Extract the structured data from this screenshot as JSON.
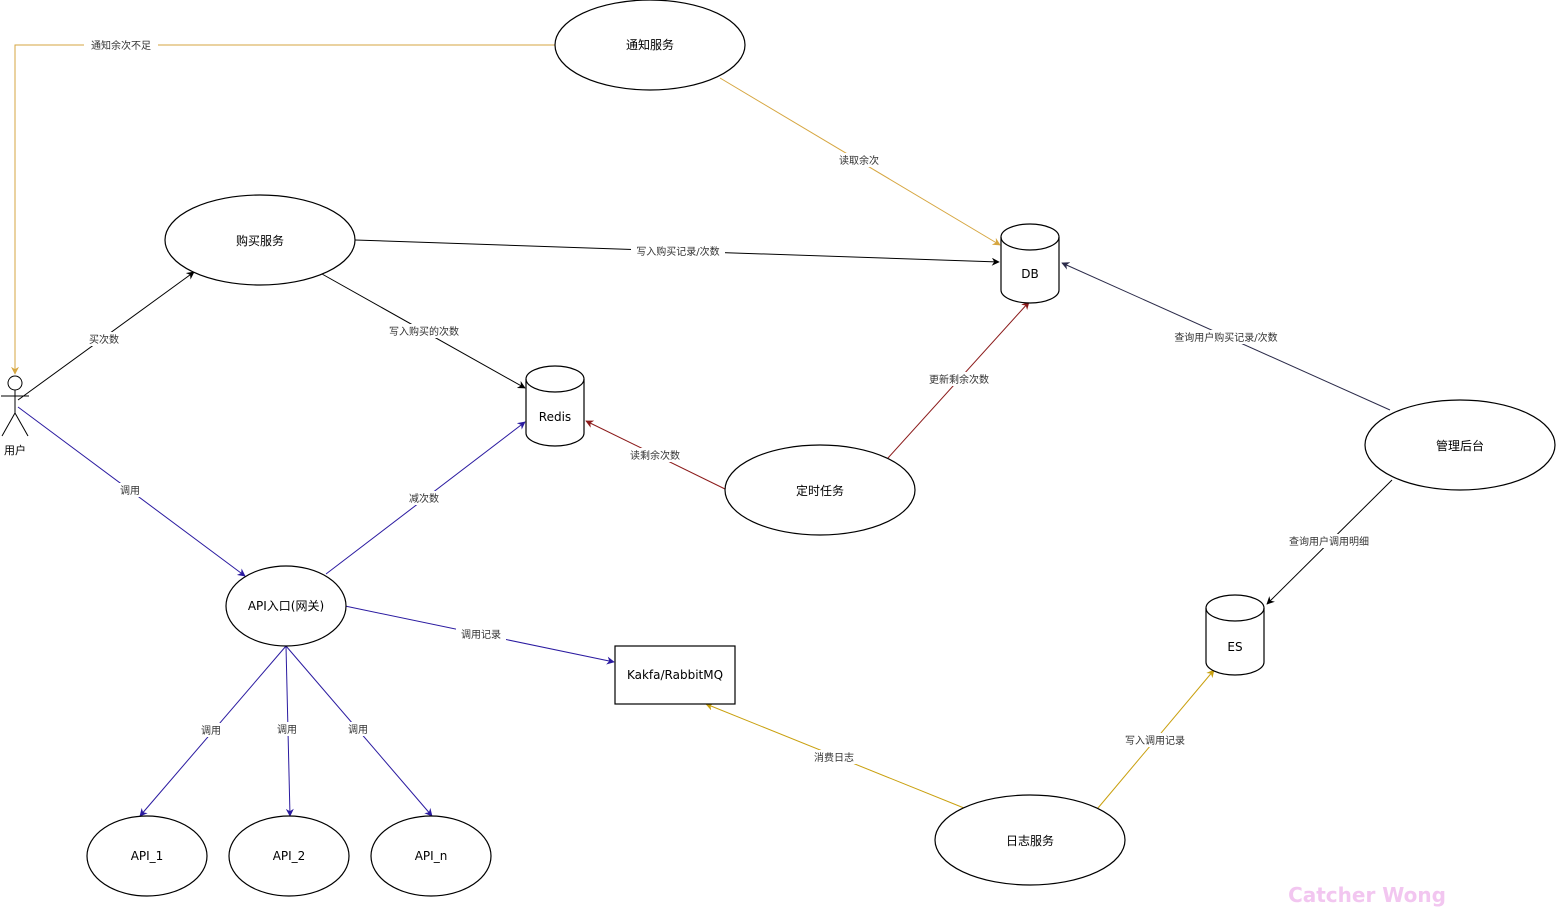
{
  "nodes": {
    "notify_service": "通知服务",
    "buy_service": "购买服务",
    "db": "DB",
    "redis": "Redis",
    "cron_task": "定时任务",
    "admin_console": "管理后台",
    "gateway": "API入口(网关)",
    "mq": "Kakfa/RabbitMQ",
    "es": "ES",
    "log_service": "日志服务",
    "api_1": "API_1",
    "api_2": "API_2",
    "api_n": "API_n",
    "user": "用户"
  },
  "edges": {
    "notify_user": "通知余次不足",
    "notify_read": "读取余次",
    "buy_write_db": "写入购买记录/次数",
    "user_buy": "买次数",
    "buy_write_redis": "写入购买的次数",
    "cron_update_db": "更新剩余次数",
    "cron_read_redis": "读剩余次数",
    "admin_query_db": "查询用户购买记录/次数",
    "admin_query_es": "查询用户调用明细",
    "user_call": "调用",
    "gateway_decrement": "减次数",
    "gateway_record": "调用记录",
    "call_api_1": "调用",
    "call_api_2": "调用",
    "call_api_n": "调用",
    "log_consume": "消费日志",
    "log_write_es": "写入调用记录"
  },
  "colors": {
    "orange": "#d6a640",
    "black": "#000000",
    "blue": "#2a1aa0",
    "darkred": "#8b1a1a",
    "navy": "#2b2b4a",
    "gold": "#c9a00e"
  },
  "watermark": "Catcher Wong"
}
